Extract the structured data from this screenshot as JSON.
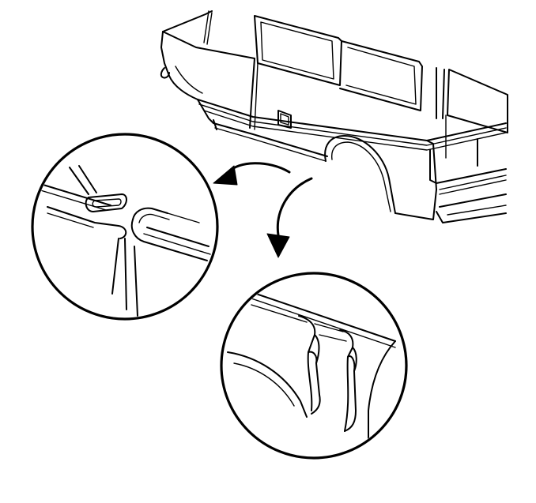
{
  "figure": {
    "subject": "van",
    "callouts": [
      {
        "id": "detail-left",
        "icon": "magnify-detail-circle"
      },
      {
        "id": "detail-right",
        "icon": "magnify-detail-circle"
      }
    ],
    "colors": {
      "line": "#000000",
      "background": "#ffffff"
    }
  }
}
